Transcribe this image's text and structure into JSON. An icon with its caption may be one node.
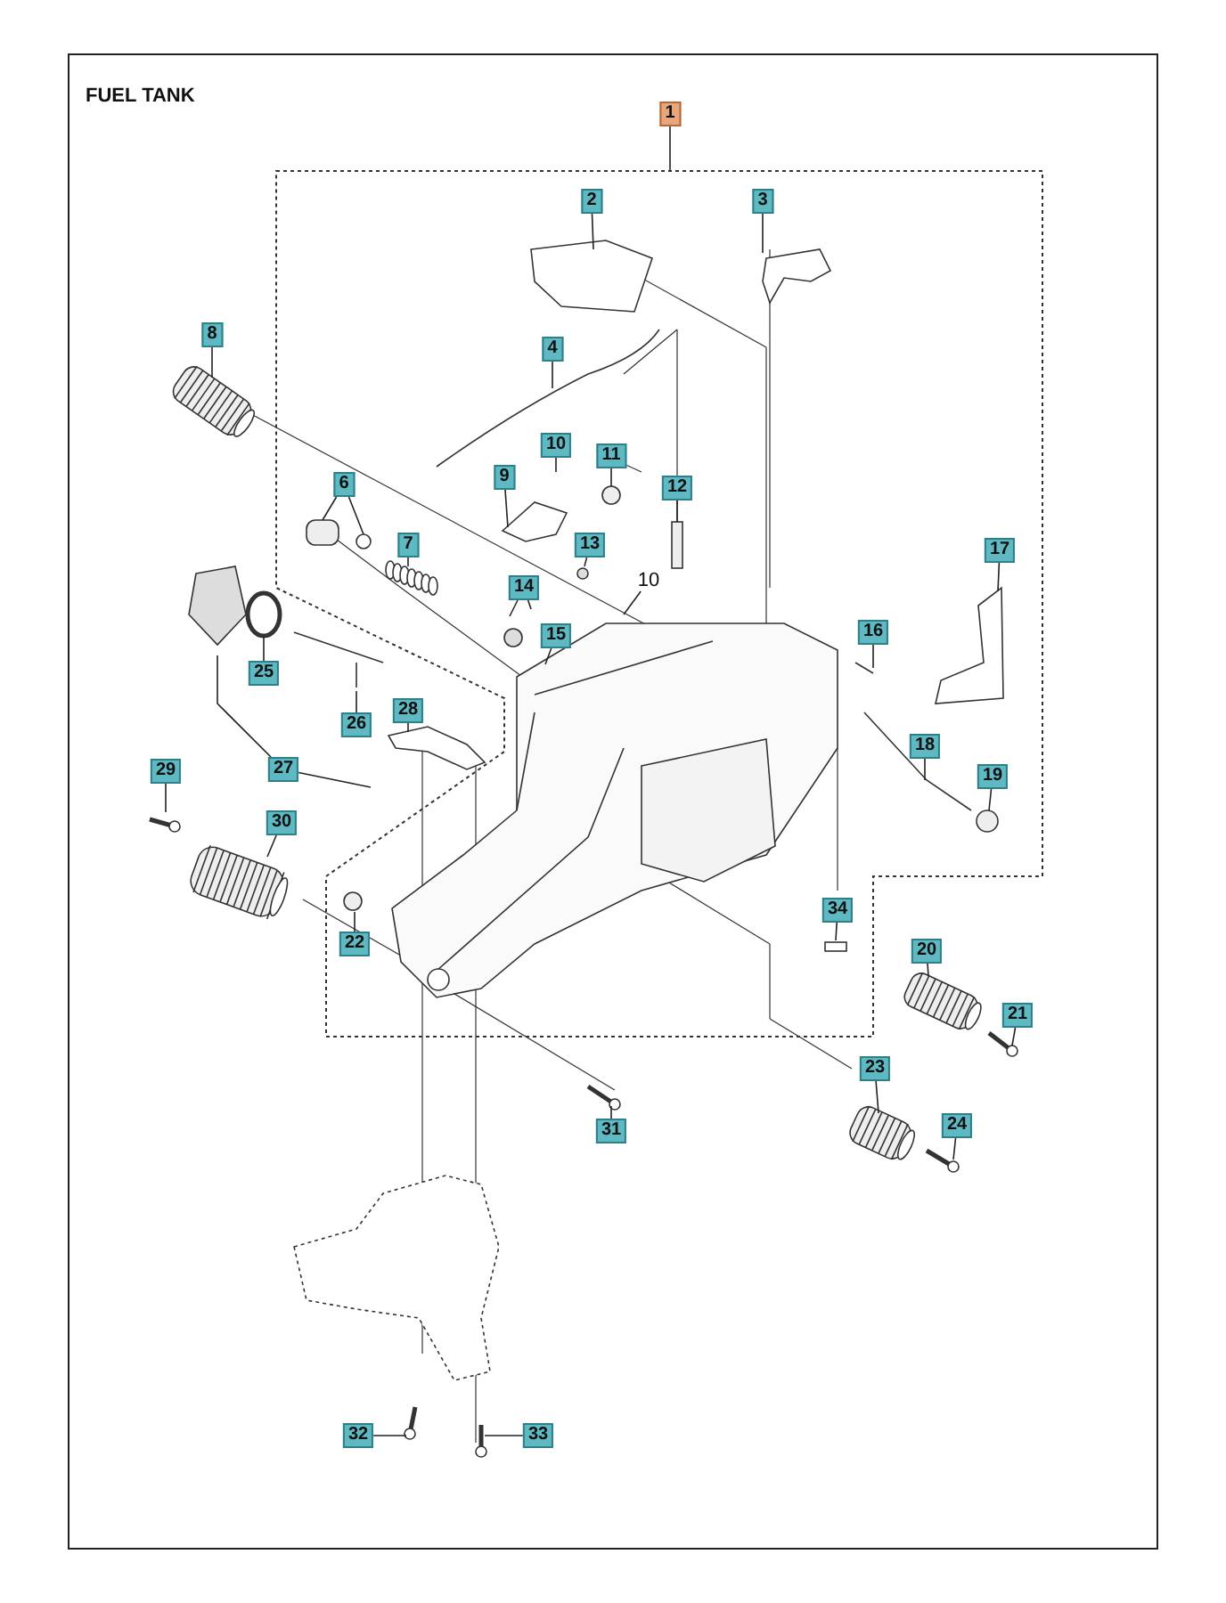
{
  "diagram": {
    "title": "FUEL TANK",
    "nodes": [
      {
        "text": [
          "1"
        ]
      },
      {
        "text": [
          "2"
        ]
      },
      {
        "text": [
          "3"
        ]
      },
      {
        "text": [
          "8"
        ]
      },
      {
        "text": [
          "4"
        ]
      },
      {
        "text": [
          "10"
        ]
      },
      {
        "text": [
          "11"
        ]
      },
      {
        "text": [
          "9"
        ]
      },
      {
        "text": [
          "6"
        ]
      },
      {
        "text": [
          "12"
        ]
      },
      {
        "text": [
          "7"
        ]
      },
      {
        "text": [
          "13"
        ]
      },
      {
        "text": [
          "17"
        ]
      },
      {
        "text": [
          "10"
        ]
      },
      {
        "text": [
          "14"
        ]
      },
      {
        "text": [
          "15"
        ]
      },
      {
        "text": [
          "16"
        ]
      },
      {
        "text": [
          "25"
        ]
      },
      {
        "text": [
          "28"
        ]
      },
      {
        "text": [
          "26"
        ]
      },
      {
        "text": [
          "18"
        ]
      },
      {
        "text": [
          "27"
        ]
      },
      {
        "text": [
          "29"
        ]
      },
      {
        "text": [
          "30"
        ]
      },
      {
        "text": [
          "19"
        ]
      },
      {
        "text": [
          "34"
        ]
      },
      {
        "text": [
          "22"
        ]
      },
      {
        "text": [
          "20"
        ]
      },
      {
        "text": [
          "21"
        ]
      },
      {
        "text": [
          "23"
        ]
      },
      {
        "text": [
          "24"
        ]
      },
      {
        "text": [
          "31"
        ]
      },
      {
        "text": [
          "32"
        ]
      },
      {
        "text": [
          "33"
        ]
      }
    ],
    "edges": [
      {
        "from": 0,
        "to": null,
        "arrow": "none"
      },
      {
        "from": 1,
        "to": null,
        "arrow": "none"
      },
      {
        "from": 2,
        "to": null,
        "arrow": "none"
      },
      {
        "from": 3,
        "to": null,
        "arrow": "none"
      },
      {
        "from": 4,
        "to": null,
        "arrow": "none"
      },
      {
        "from": 5,
        "to": null,
        "arrow": "none"
      },
      {
        "from": 6,
        "to": null,
        "arrow": "none"
      },
      {
        "from": 7,
        "to": null,
        "arrow": "none"
      },
      {
        "from": 8,
        "to": null,
        "arrow": "none"
      },
      {
        "from": 8,
        "to": null,
        "arrow": "none"
      },
      {
        "from": 9,
        "to": null,
        "arrow": "none"
      },
      {
        "from": 10,
        "to": null,
        "arrow": "none"
      },
      {
        "from": 11,
        "to": null,
        "arrow": "none"
      },
      {
        "from": 12,
        "to": null,
        "arrow": "none"
      },
      {
        "from": 13,
        "to": null,
        "arrow": "none"
      },
      {
        "from": 14,
        "to": null,
        "arrow": "none"
      },
      {
        "from": 14,
        "to": null,
        "arrow": "none"
      },
      {
        "from": 15,
        "to": null,
        "arrow": "none"
      },
      {
        "from": 16,
        "to": null,
        "arrow": "none"
      },
      {
        "from": 17,
        "to": null,
        "arrow": "none"
      },
      {
        "from": 18,
        "to": null,
        "arrow": "none"
      },
      {
        "from": 19,
        "to": null,
        "arrow": "none"
      },
      {
        "from": 20,
        "to": null,
        "arrow": "none"
      },
      {
        "from": 21,
        "to": null,
        "arrow": "none"
      },
      {
        "from": 21,
        "to": null,
        "arrow": "none"
      },
      {
        "from": 22,
        "to": null,
        "arrow": "none"
      },
      {
        "from": 23,
        "to": null,
        "arrow": "none"
      },
      {
        "from": 24,
        "to": null,
        "arrow": "none"
      },
      {
        "from": 25,
        "to": null,
        "arrow": "none"
      },
      {
        "from": 26,
        "to": null,
        "arrow": "none"
      },
      {
        "from": 27,
        "to": null,
        "arrow": "none"
      },
      {
        "from": 28,
        "to": null,
        "arrow": "none"
      },
      {
        "from": 29,
        "to": null,
        "arrow": "none"
      },
      {
        "from": 30,
        "to": null,
        "arrow": "none"
      },
      {
        "from": 31,
        "to": null,
        "arrow": "none"
      },
      {
        "from": 32,
        "to": null,
        "arrow": "none"
      },
      {
        "from": 33,
        "to": null,
        "arrow": "none"
      }
    ]
  }
}
